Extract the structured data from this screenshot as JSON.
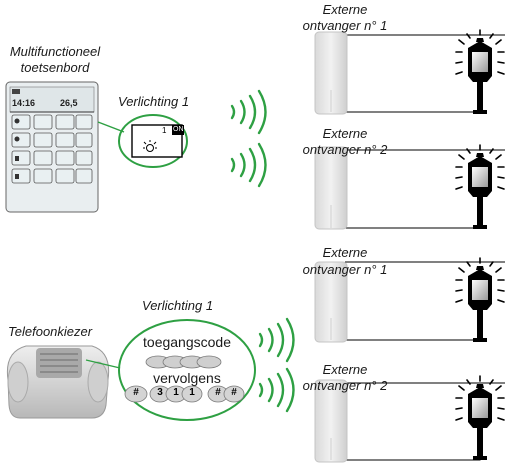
{
  "keypad": {
    "label_line1": "Multifunctioneel",
    "label_line2": "toetsenbord",
    "time": "14:16",
    "temperature": "26,5",
    "bubble_title": "Verlichting 1",
    "bubble_channel": "1",
    "bubble_state": "ON"
  },
  "phone": {
    "label": "Telefoonkiezer",
    "bubble_title": "Verlichting 1",
    "access_code": "toegangscode",
    "then": "vervolgens",
    "keys": [
      "#",
      "3",
      "1",
      "1",
      "#",
      "#"
    ]
  },
  "receivers": [
    {
      "line1": "Externe",
      "line2": "ontvanger n° 1"
    },
    {
      "line1": "Externe",
      "line2": "ontvanger n° 2"
    },
    {
      "line1": "Externe",
      "line2": "ontvanger n° 1"
    },
    {
      "line1": "Externe",
      "line2": "ontvanger n° 2"
    }
  ]
}
